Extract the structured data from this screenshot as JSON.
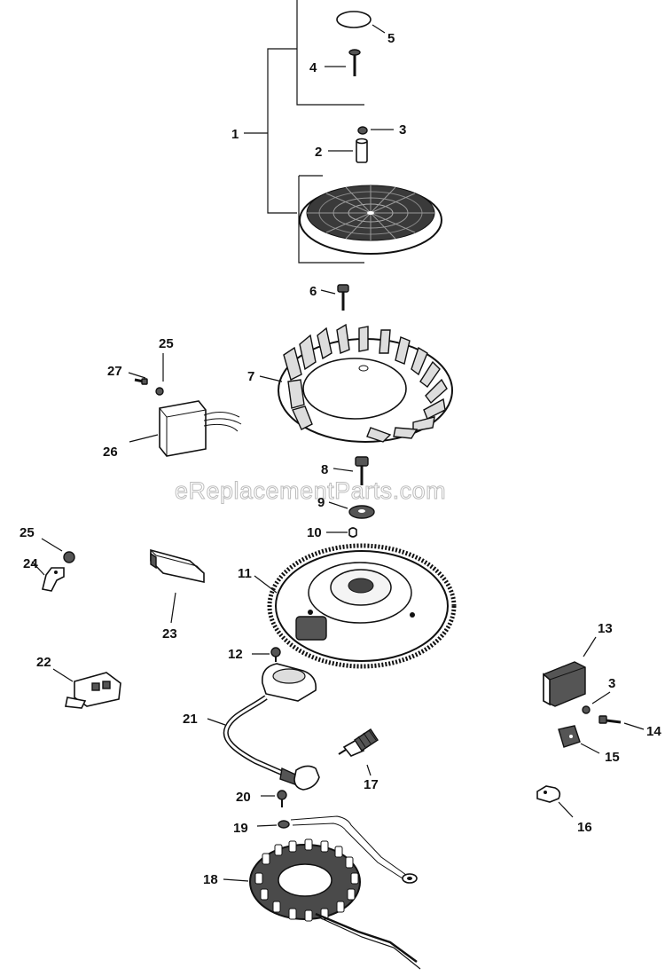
{
  "watermark": "eReplacementParts.com",
  "callouts": {
    "c1": "1",
    "c2": "2",
    "c3a": "3",
    "c3b": "3",
    "c4": "4",
    "c5": "5",
    "c6": "6",
    "c7": "7",
    "c8": "8",
    "c9": "9",
    "c10": "10",
    "c11": "11",
    "c12": "12",
    "c13": "13",
    "c14": "14",
    "c15": "15",
    "c16": "16",
    "c17": "17",
    "c18": "18",
    "c19": "19",
    "c20": "20",
    "c21": "21",
    "c22": "22",
    "c23": "23",
    "c24": "24",
    "c25a": "25",
    "c25b": "25",
    "c26": "26",
    "c27": "27"
  }
}
